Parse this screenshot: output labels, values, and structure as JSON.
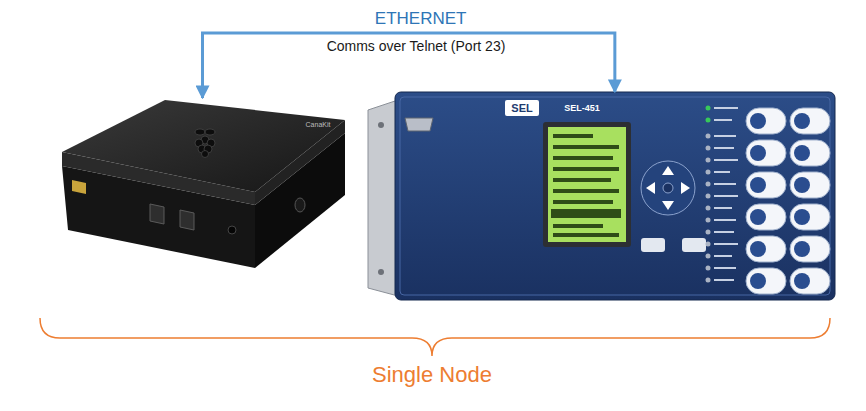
{
  "diagram": {
    "nodes": [
      {
        "text": [
          "CanaKit"
        ]
      },
      {
        "text": [
          "SEL",
          "SEL-451"
        ]
      }
    ],
    "edges": [
      {
        "from": 0,
        "to": 1,
        "arrow": "both",
        "label": "ETHERNET"
      }
    ],
    "labels": [
      "Comms over Telnet (Port 23)",
      "Single Node"
    ]
  }
}
